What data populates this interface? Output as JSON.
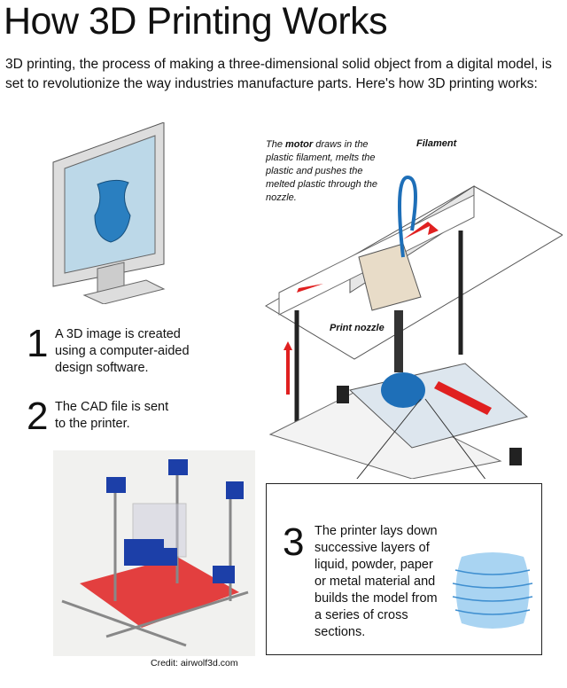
{
  "title": "How 3D Printing Works",
  "intro": "3D printing, the process of making a three-dimensional solid object from a digital model, is set to revolutionize the way industries manufacture parts. Here's how 3D printing works:",
  "steps": [
    {
      "number": "1",
      "text": "A 3D image is created using a computer-aided design software."
    },
    {
      "number": "2",
      "text": "The CAD file is sent to the printer."
    },
    {
      "number": "3",
      "text": "The printer lays down successive layers of liquid, powder, paper or metal material and builds the model from a series of cross sections."
    }
  ],
  "diagram": {
    "motor_note_pre": "The ",
    "motor_note_bold": "motor",
    "motor_note_post": " draws in the plastic filament, melts the plastic and pushes the melted plastic through the nozzle.",
    "filament_label": "Filament",
    "nozzle_label": "Print nozzle"
  },
  "credit": "Credit: airwolf3d.com",
  "colors": {
    "accent_blue": "#1e6fb8",
    "arrow_red": "#e02020"
  }
}
